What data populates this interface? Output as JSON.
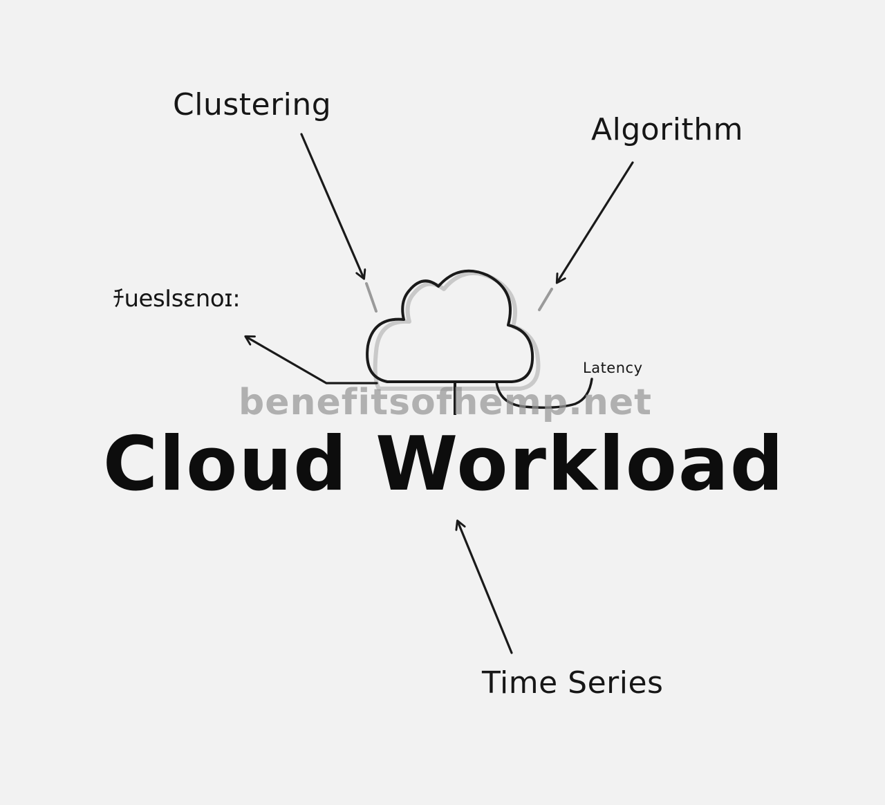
{
  "diagram": {
    "title": "Cloud Workload",
    "labels": {
      "clustering": "Clustering",
      "algorithm": "Algorithm",
      "garbled": "ﾁuesIsɛnoɪ:",
      "latency": "Latency",
      "time_series": "Time Series"
    },
    "watermark": "benefitsofhemp.net",
    "icons": {
      "center": "cloud-icon"
    },
    "colors": {
      "background": "#f2f2f2",
      "ink": "#161616",
      "watermark": "#969696"
    }
  }
}
